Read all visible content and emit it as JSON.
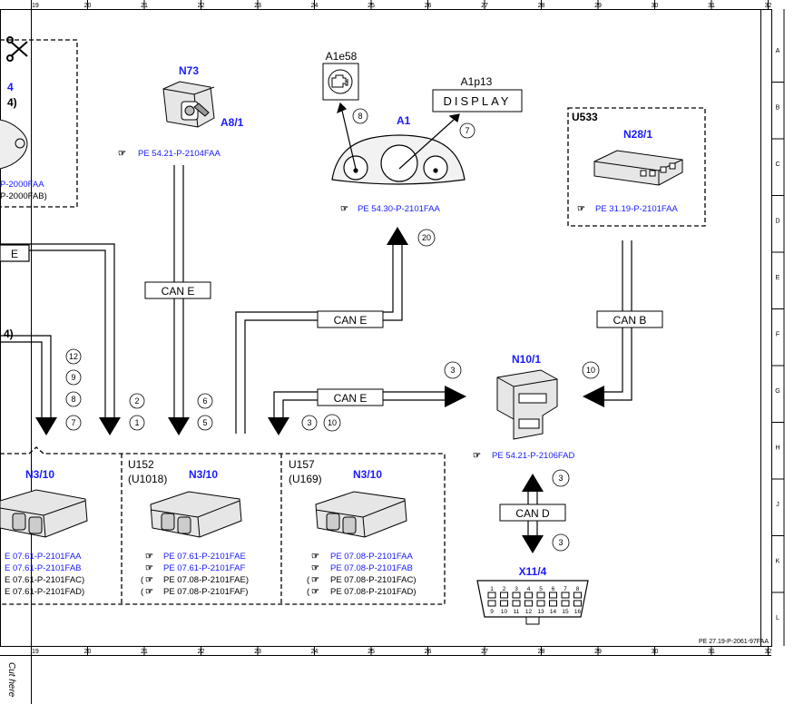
{
  "ruler": {
    "columns": [
      "19",
      "20",
      "21",
      "22",
      "23",
      "24",
      "25",
      "26",
      "27",
      "28",
      "29",
      "30",
      "31",
      "32"
    ],
    "rows": [
      "A",
      "B",
      "C",
      "D",
      "E",
      "F",
      "G",
      "H",
      "J",
      "K",
      "L"
    ]
  },
  "components": {
    "n73": "N73",
    "a8_1": "A8/1",
    "a1e58": "A1e58",
    "a1p13": "A1p13",
    "display_text": "DISPLAY",
    "a1": "A1",
    "u533": "U533",
    "n28_1": "N28/1",
    "n10_1": "N10/1",
    "x11_4": "X11/4",
    "left_partial_num": "4",
    "left_partial_paren": "4)",
    "u152": "U152",
    "u1018": "(U1018)",
    "u157": "U157",
    "u169": "(U169)",
    "n3_10_a": "N3/10",
    "n3_10_b": "N3/10",
    "n3_10_c": "N3/10"
  },
  "refs": {
    "n73": "PE 54.21-P-2104FAA",
    "a1": "PE 54.30-P-2101FAA",
    "n28_1": "PE 31.19-P-2101FAA",
    "n10_1": "PE 54.21-P-2106FAD",
    "left_top_1": "P-2000FAA",
    "left_top_2": "P-2000FAB)",
    "left_block": [
      "E 07.61-P-2101FAA",
      "E 07.61-P-2101FAB",
      "E 07.61-P-2101FAC)",
      "E 07.61-P-2101FAD)"
    ],
    "mid_block": [
      "PE 07.61-P-2101FAE",
      "PE 07.61-P-2101FAF",
      "PE 07.08-P-2101FAE)",
      "PE 07.08-P-2101FAF)"
    ],
    "right_block": [
      "PE 07.08-P-2101FAA",
      "PE 07.08-P-2101FAB",
      "PE 07.08-P-2101FAC)",
      "PE 07.08-P-2101FAD)"
    ]
  },
  "buses": {
    "can_e_1": "CAN E",
    "can_e_2": "CAN E",
    "can_e_3": "CAN E",
    "can_b": "CAN B",
    "can_d": "CAN D",
    "left_e": "E"
  },
  "circles": {
    "c12": "12",
    "c9": "9",
    "c8": "8",
    "c7": "7",
    "c2": "2",
    "c1": "1",
    "c6": "6",
    "c5": "5",
    "c3a": "3",
    "c10a": "10",
    "c3b": "3",
    "c10b": "10",
    "c20": "20",
    "c8top": "8",
    "c7top": "7",
    "c3c": "3",
    "c3d": "3"
  },
  "obd_pins_top": [
    "1",
    "2",
    "3",
    "4",
    "5",
    "6",
    "7",
    "8"
  ],
  "obd_pins_bottom": [
    "9",
    "10",
    "11",
    "12",
    "13",
    "14",
    "15",
    "16"
  ],
  "footer": {
    "doc_ref": "PE 27.19-P-2061-97FAA",
    "cut_here": "Cut here",
    "left_paren": "4)"
  },
  "colors": {
    "link_blue": "#1a1aff",
    "line": "#000000"
  }
}
